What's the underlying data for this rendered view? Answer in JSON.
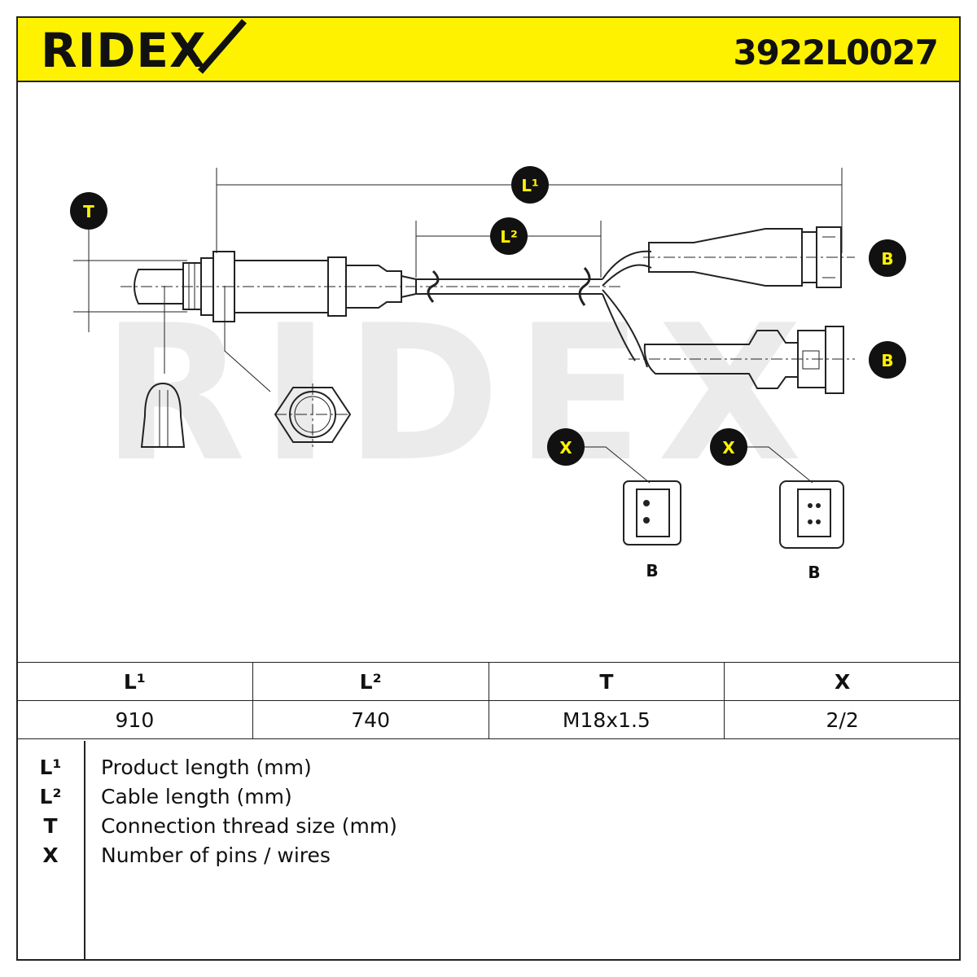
{
  "header": {
    "brand": "RIDEX",
    "part_number": "3922L0027"
  },
  "diagram": {
    "watermark": "RIDEX",
    "badges": {
      "l1": "L¹",
      "l2": "L²",
      "t": "T",
      "b": "B",
      "x": "X"
    },
    "connector_labels": [
      "B",
      "B"
    ]
  },
  "spec_table": {
    "headers": [
      "L¹",
      "L²",
      "T",
      "X"
    ],
    "values": [
      "910",
      "740",
      "M18x1.5",
      "2/2"
    ]
  },
  "legend": [
    {
      "key": "L¹",
      "description": "Product length (mm)"
    },
    {
      "key": "L²",
      "description": "Cable length (mm)"
    },
    {
      "key": "T",
      "description": "Connection thread size (mm)"
    },
    {
      "key": "X",
      "description": "Number of pins / wires"
    }
  ],
  "colors": {
    "accent": "#fff200",
    "ink": "#111111",
    "watermark": "#ebebeb"
  }
}
